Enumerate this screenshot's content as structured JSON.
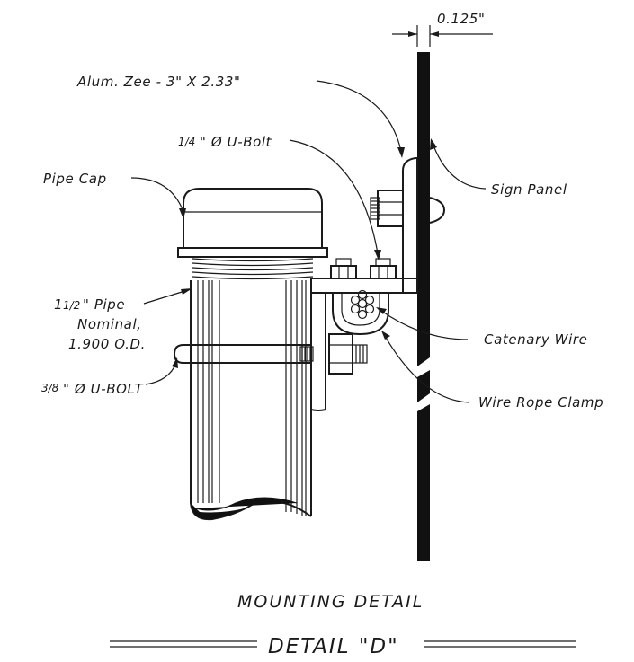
{
  "labels": {
    "dimension": "0.125\"",
    "alum_zee": "Alum. Zee - 3\" X 2.33\"",
    "u_bolt_quarter_frac": "1/4",
    "u_bolt_quarter_text": "\" Ø U-Bolt",
    "sign_panel": "Sign Panel",
    "pipe_cap": "Pipe Cap",
    "pipe_frac_whole": "1",
    "pipe_frac": "1/2",
    "pipe_line1_rest": "\" Pipe",
    "pipe_line2": "Nominal,",
    "pipe_line3": "1.900 O.D.",
    "u_bolt_38_frac": "3/8",
    "u_bolt_38_text": "\" Ø U-BOLT",
    "catenary_wire": "Catenary Wire",
    "wire_rope_clamp": "Wire Rope Clamp"
  },
  "titles": {
    "mounting_detail": "MOUNTING DETAIL",
    "detail": "DETAIL \"D\""
  }
}
